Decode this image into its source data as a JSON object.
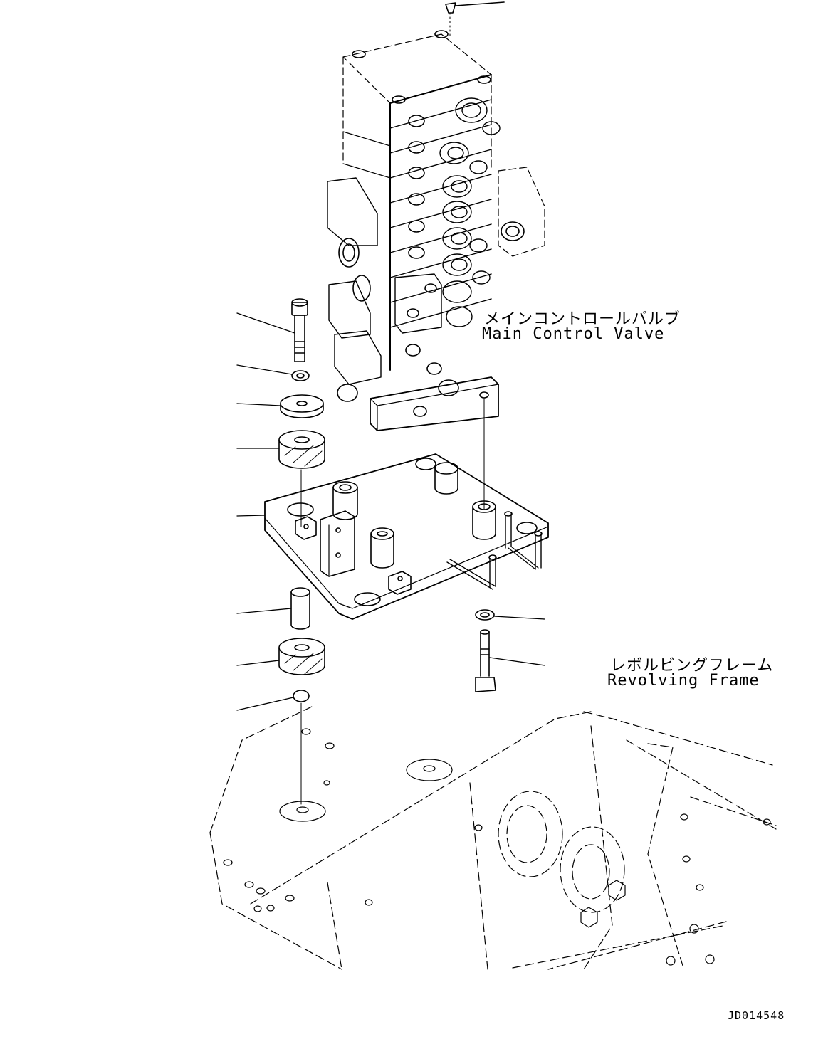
{
  "labels": {
    "main_control_valve_jp": "メインコントロールバルブ",
    "main_control_valve_en": "Main Control Valve",
    "revolving_frame_jp": "レボルビングフレーム",
    "revolving_frame_en": "Revolving Frame",
    "drawing_code": "JD014548"
  },
  "callouts": [
    {
      "part": "cap"
    },
    {
      "part": "bolt"
    },
    {
      "part": "washer-small"
    },
    {
      "part": "washer-large"
    },
    {
      "part": "rubber-mount-upper"
    },
    {
      "part": "bracket-plate"
    },
    {
      "part": "sleeve"
    },
    {
      "part": "rubber-mount-lower"
    },
    {
      "part": "washer-bottom"
    },
    {
      "part": "washer-right"
    },
    {
      "part": "bolt-right"
    }
  ]
}
